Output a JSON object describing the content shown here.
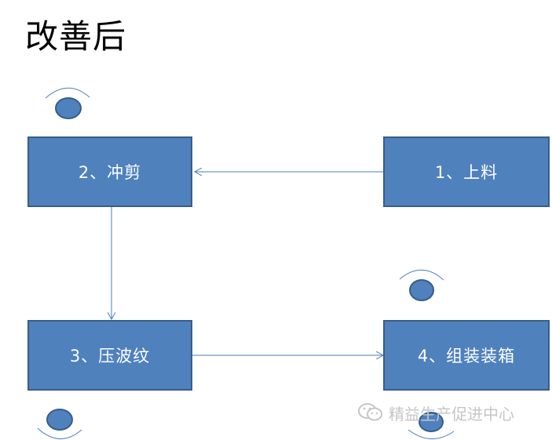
{
  "title": "改善后",
  "steps": [
    {
      "id": "box1",
      "label": "1、上料"
    },
    {
      "id": "box2",
      "label": "2、冲剪"
    },
    {
      "id": "box3",
      "label": "3、压波纹"
    },
    {
      "id": "box4",
      "label": "4、组装装箱"
    }
  ],
  "flow": [
    {
      "from": "1、上料",
      "to": "2、冲剪"
    },
    {
      "from": "2、冲剪",
      "to": "3、压波纹"
    },
    {
      "from": "3、压波纹",
      "to": "4、组装装箱"
    }
  ],
  "watermark": {
    "text": "精益生产促进中心",
    "icon": "wechat-icon"
  },
  "colors": {
    "box_fill": "#4f81bd",
    "box_border": "#385d8a",
    "connector": "#4a7ebb",
    "operator": "#4f81bd"
  }
}
